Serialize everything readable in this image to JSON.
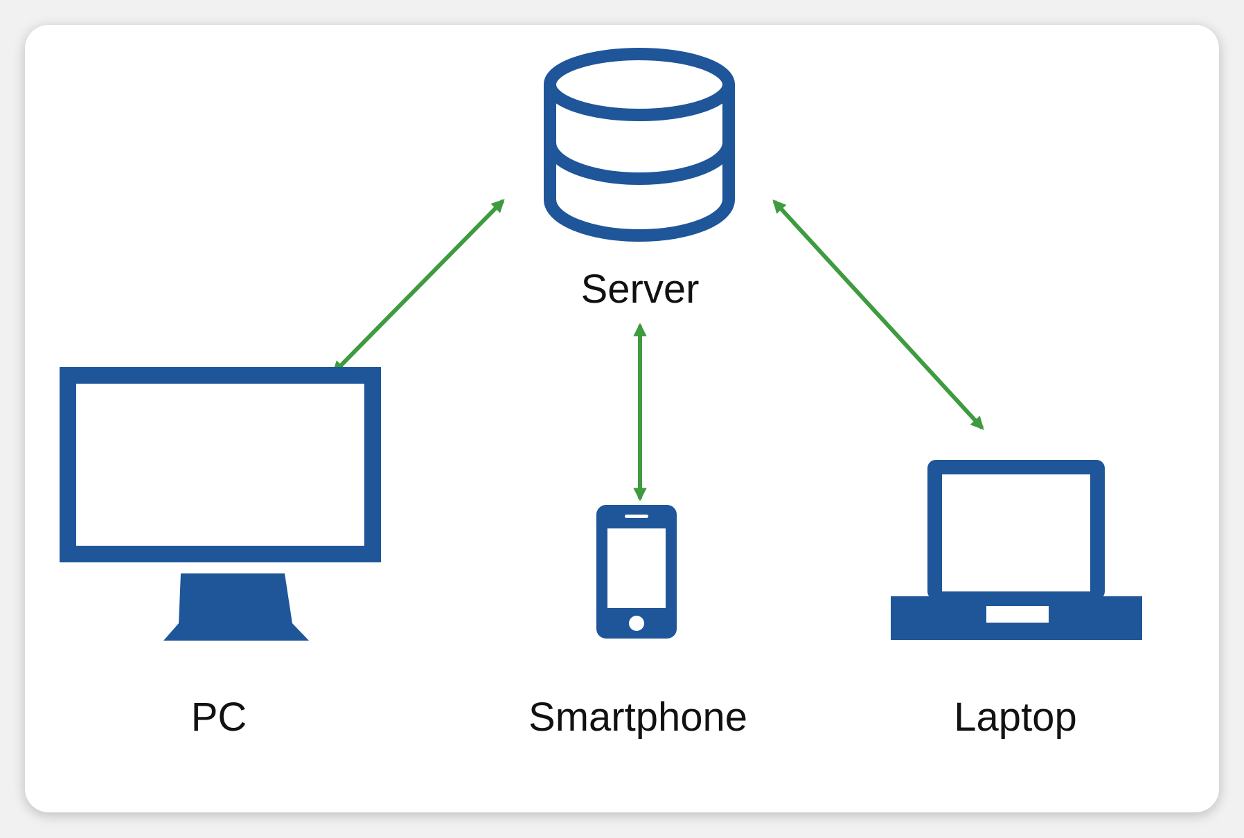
{
  "nodes": {
    "server": {
      "label": "Server",
      "icon": "database-server-icon"
    },
    "pc": {
      "label": "PC",
      "icon": "desktop-monitor-icon"
    },
    "smartphone": {
      "label": "Smartphone",
      "icon": "smartphone-icon"
    },
    "laptop": {
      "label": "Laptop",
      "icon": "laptop-icon"
    }
  },
  "edges": [
    {
      "from": "server",
      "to": "pc",
      "bidirectional": true
    },
    {
      "from": "server",
      "to": "smartphone",
      "bidirectional": true
    },
    {
      "from": "server",
      "to": "laptop",
      "bidirectional": true
    }
  ],
  "colors": {
    "icon": "#1f5599",
    "arrow": "#3f9b3f",
    "text": "#111111",
    "background": "#ffffff"
  }
}
